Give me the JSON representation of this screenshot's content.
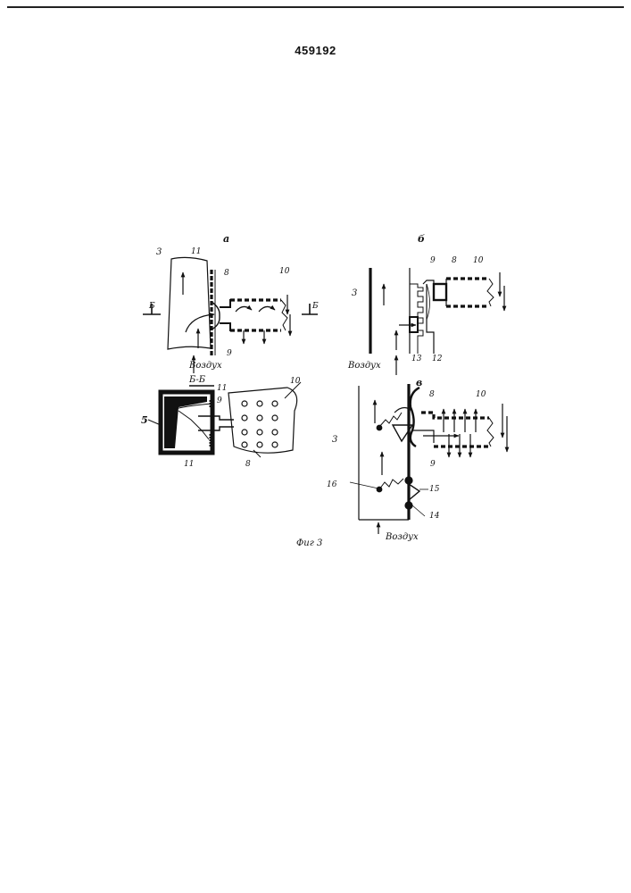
{
  "header": {
    "patent_number": "459192"
  },
  "figure": {
    "caption": "Фиг 3",
    "view_a": {
      "letter": "а",
      "air_label": "Воздух",
      "section_marks": [
        "Б",
        "Б"
      ],
      "section_title": "Б-Б",
      "labels": [
        "3",
        "11",
        "8",
        "10",
        "9",
        "5",
        "9",
        "11",
        "10",
        "11",
        "8"
      ]
    },
    "view_b": {
      "letter": "б",
      "air_label": "Воздух",
      "labels": [
        "9",
        "8",
        "10",
        "3",
        "13",
        "12"
      ]
    },
    "view_c": {
      "letter": "в",
      "air_label": "Воздух",
      "labels": [
        "8",
        "10",
        "3",
        "9",
        "16",
        "15",
        "14"
      ]
    }
  }
}
